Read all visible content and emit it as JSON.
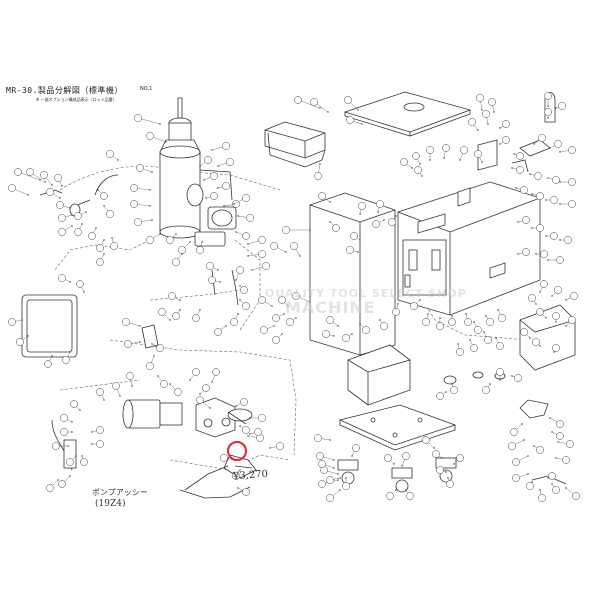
{
  "header": {
    "title": "MR-30.製品分解図（標準機）",
    "page": "NO.1",
    "subtitle": "※ 一部オプション構成品表示（ロット品番）"
  },
  "notes": {
    "price": "¥3,270",
    "pump_assy": "ポンプアッシー",
    "pump_code": "(19Z4)"
  },
  "watermark": {
    "line1": "QUALITY TOOL SELECT SHOP",
    "line2": "MACHINE"
  },
  "highlight": {
    "label": "highlighted-part",
    "color": "#e8212a"
  }
}
